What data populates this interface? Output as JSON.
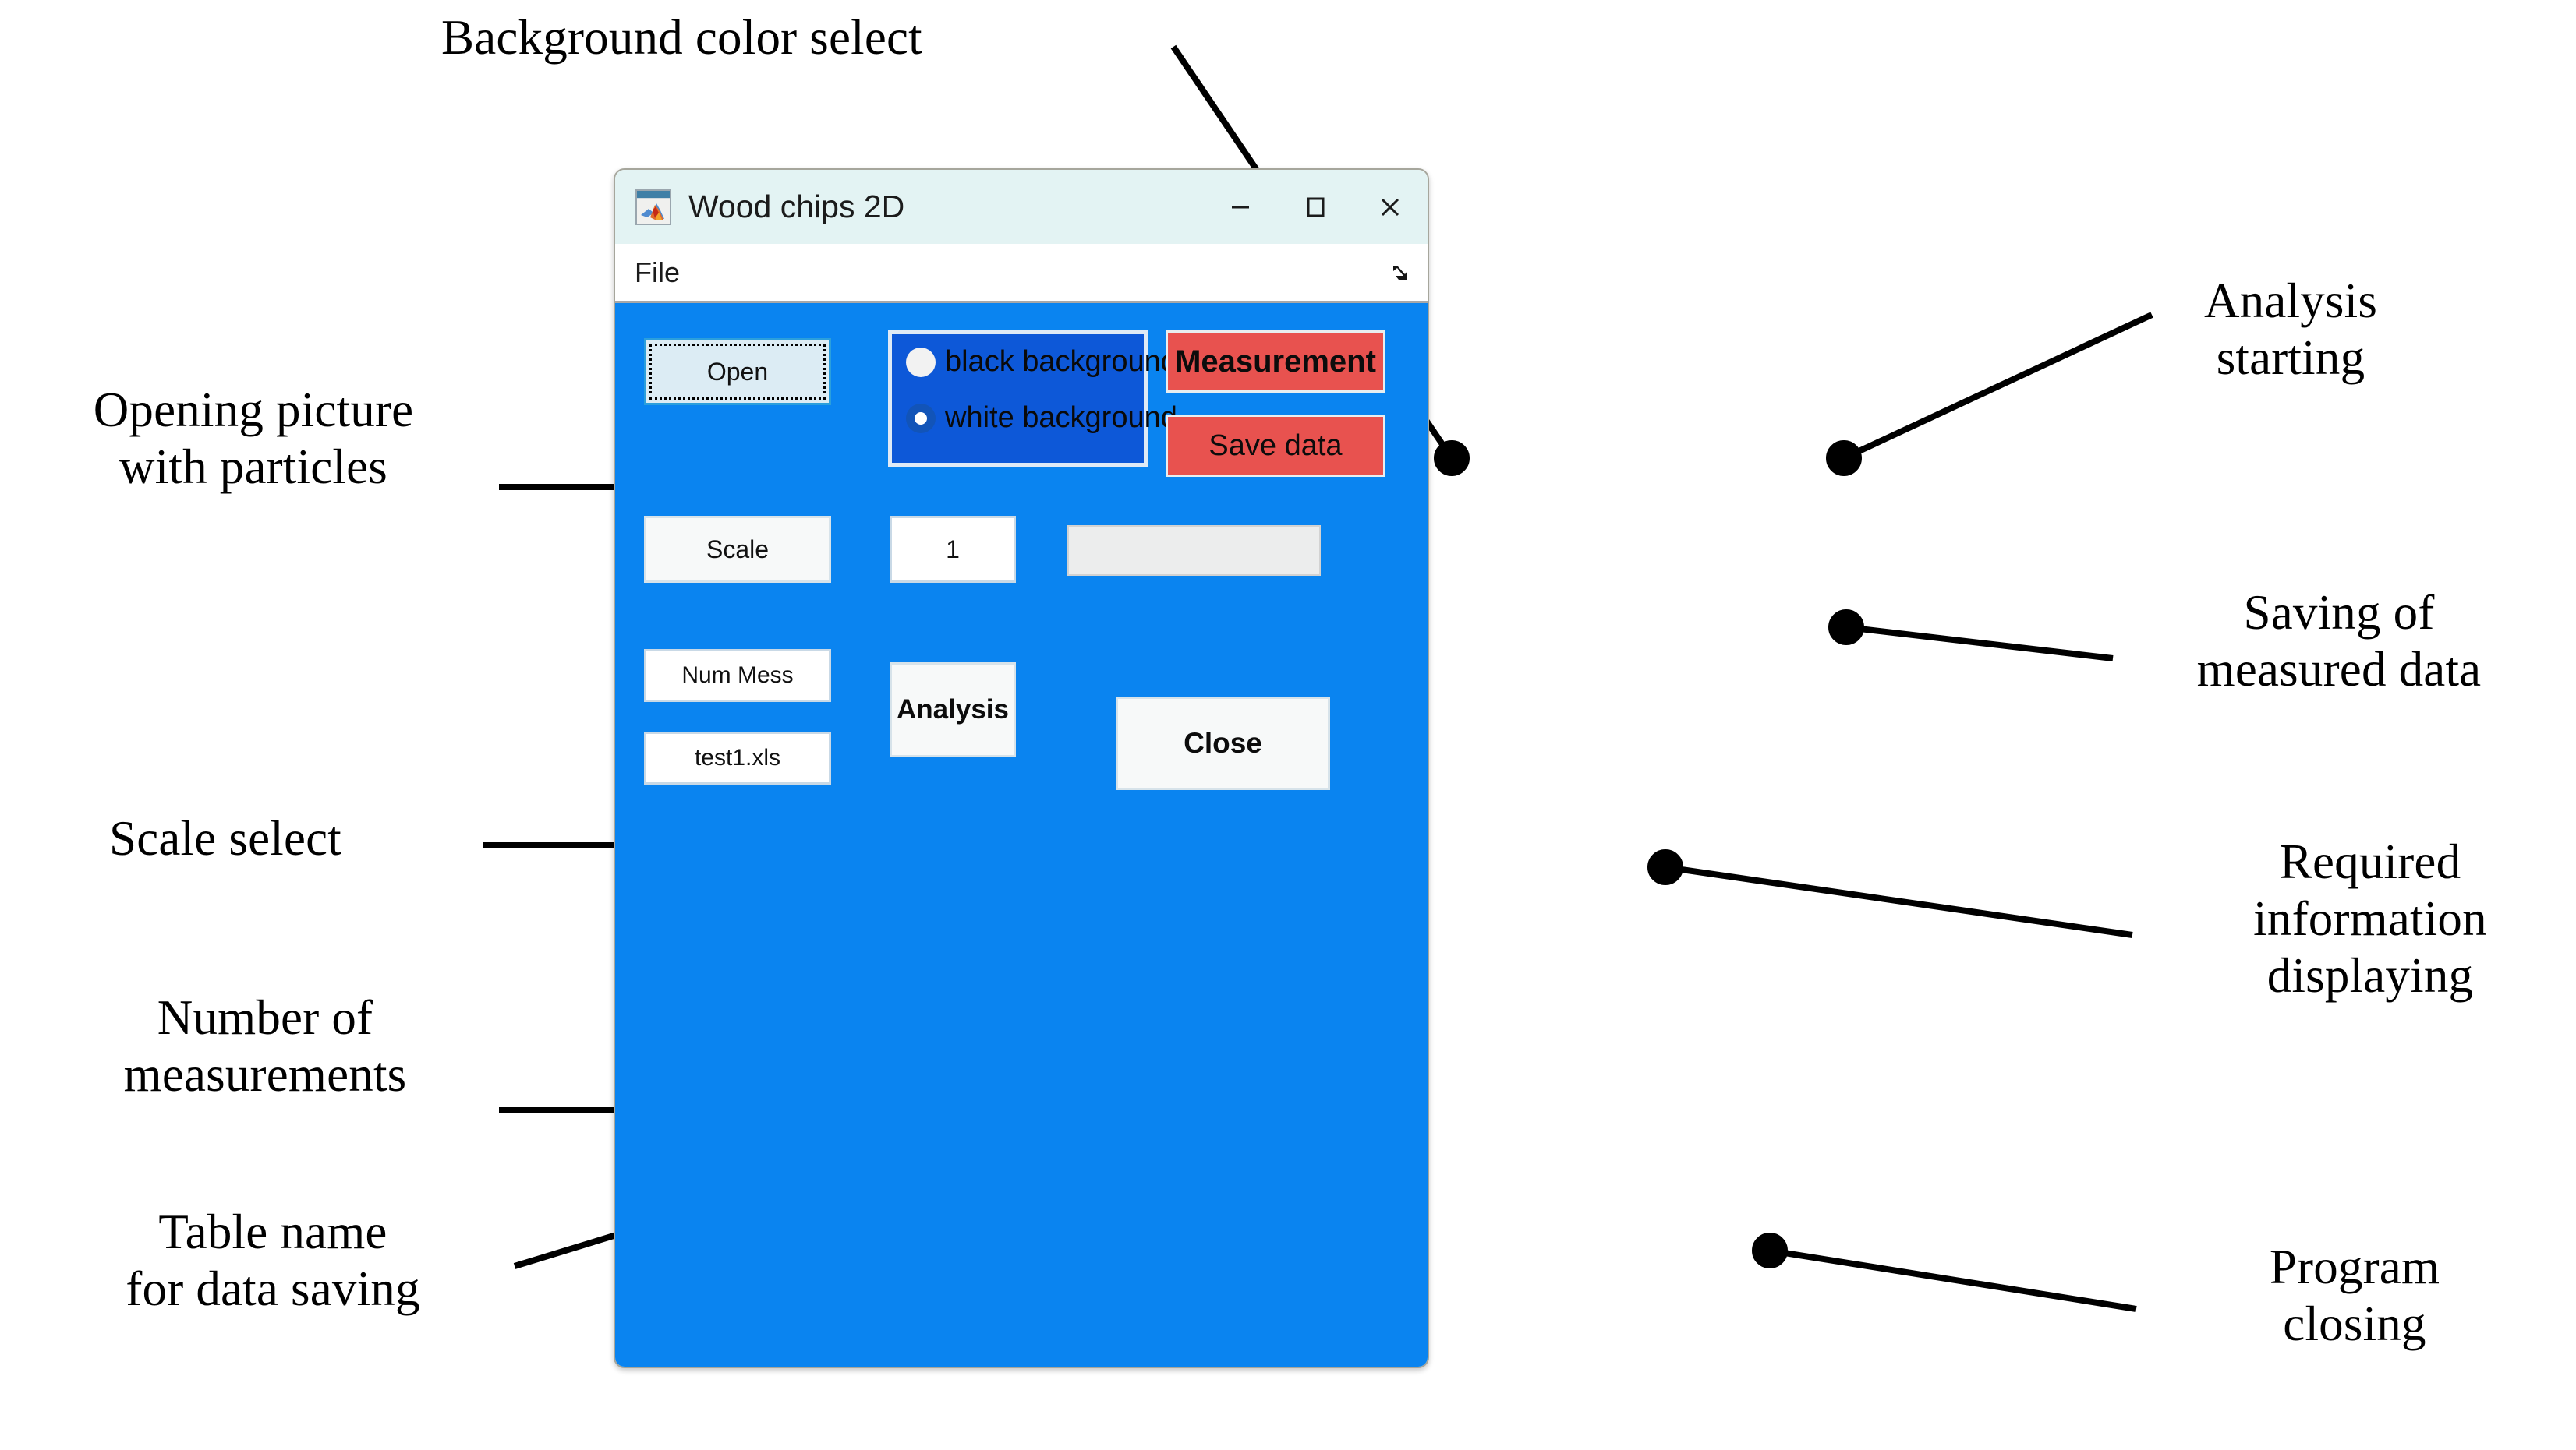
{
  "window": {
    "title": "Wood chips 2D",
    "app_icon": "matlab-membrane-icon",
    "controls": {
      "minimize": "minimize-icon",
      "maximize": "maximize-icon",
      "close": "close-icon"
    },
    "menu": {
      "items": [
        "File"
      ],
      "file_label": "File",
      "resize_icon": "resize-arrow-icon"
    },
    "background_color": "#0a84f0",
    "titlebar_color": "#e3f3f3"
  },
  "controls": {
    "open_button": "Open",
    "scale_button": "Scale",
    "scale_value": "1",
    "num_mess_value": "Num Mess",
    "filename_value": "test1.xls",
    "analysis_button": "Analysis",
    "close_button": "Close",
    "measurement_button": "Measurement",
    "save_data_button": "Save data",
    "info_display_value": "",
    "accent_red": "#e8524f",
    "panel_blue": "#0d58d8"
  },
  "background_group": {
    "options": [
      {
        "label": "black background",
        "selected": false
      },
      {
        "label": "white background",
        "selected": true
      }
    ]
  },
  "annotations": [
    {
      "id": "background-color-select",
      "text": "Background color select"
    },
    {
      "id": "analysis-starting",
      "text": "Analysis\nstarting"
    },
    {
      "id": "opening-picture",
      "text": "Opening picture\nwith particles"
    },
    {
      "id": "saving-measured-data",
      "text": "Saving of\nmeasured data"
    },
    {
      "id": "scale-select",
      "text": "Scale select"
    },
    {
      "id": "required-information",
      "text": "Required\ninformation\ndisplaying"
    },
    {
      "id": "number-of-measurements",
      "text": "Number of\nmeasurements"
    },
    {
      "id": "table-name",
      "text": "Table name\nfor data saving"
    },
    {
      "id": "program-closing",
      "text": "Program\nclosing"
    }
  ]
}
